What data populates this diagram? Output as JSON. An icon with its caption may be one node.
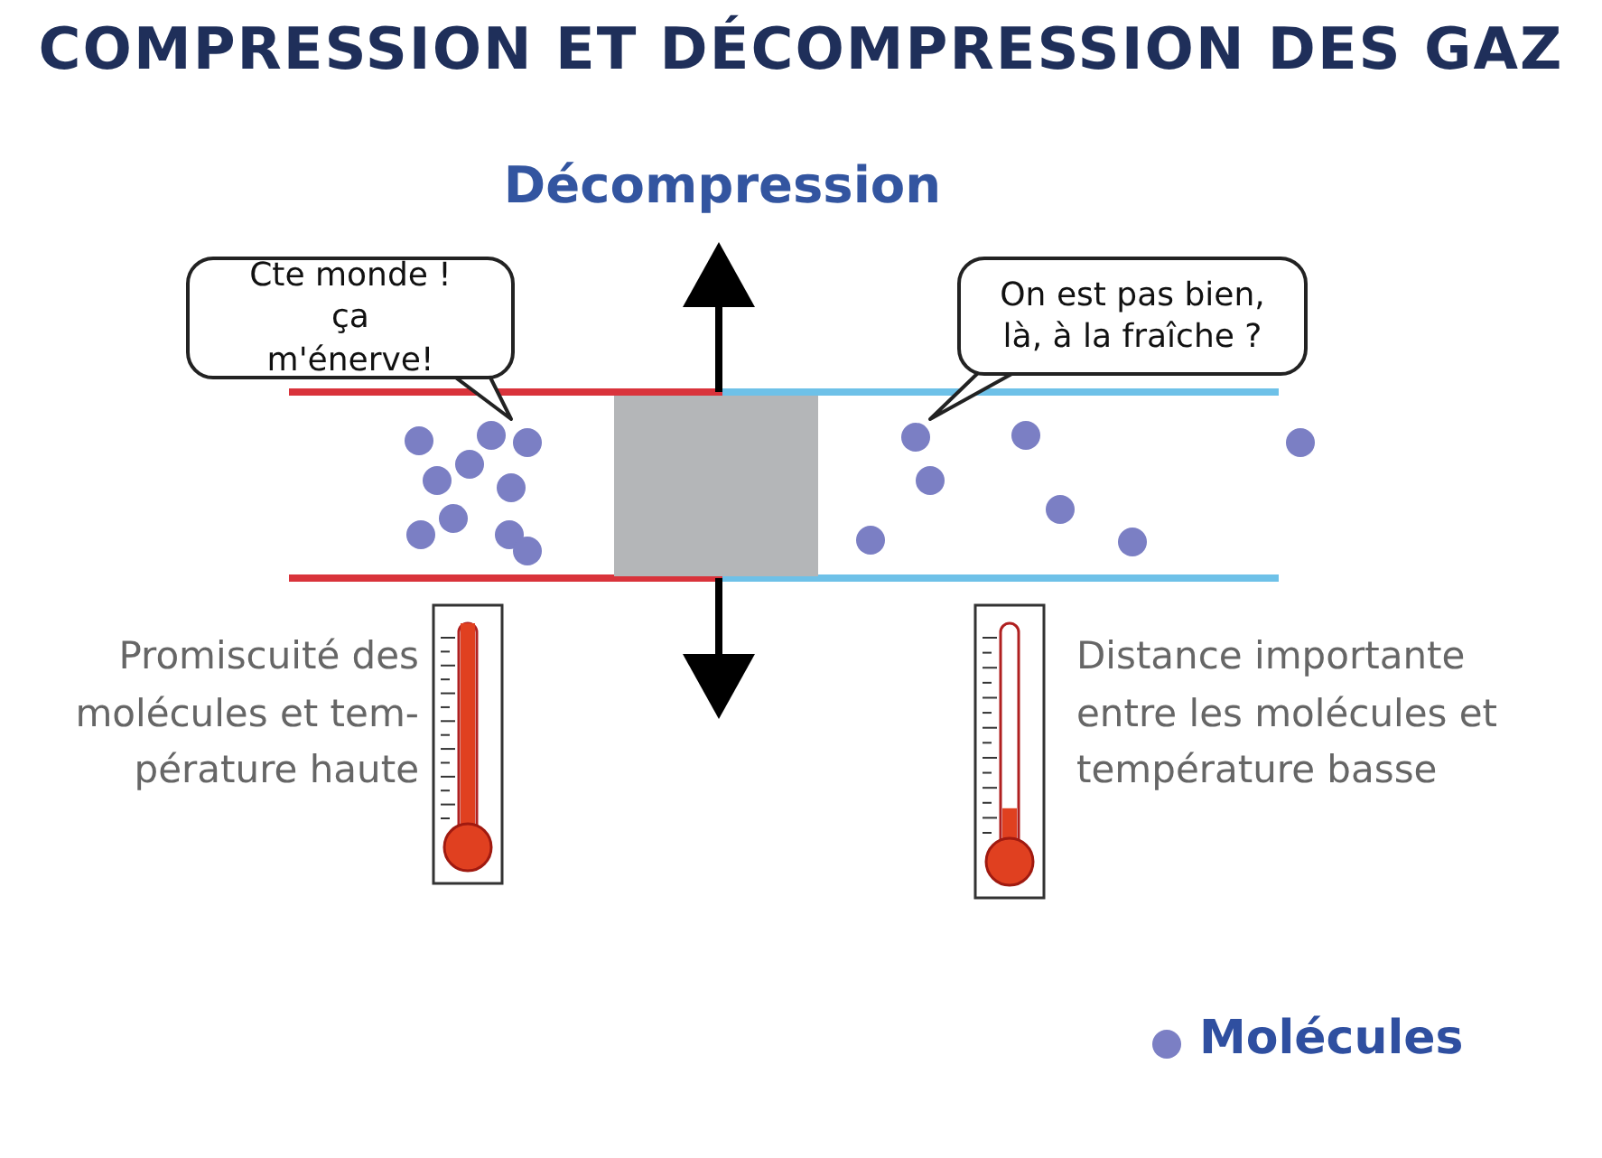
{
  "diagram": {
    "title": "COMPRESSION ET DÉCOMPRESSION DES GAZ",
    "nodes": [
      {
        "text": [
          "Cte monde ! ça m'énerve!"
        ]
      },
      {
        "text": [
          "On est pas bien, là, à la fraîche ?"
        ]
      }
    ],
    "edges": [],
    "labels": [
      "Décompression",
      "Promiscuité des molécules et tem- pérature haute",
      "Distance importante entre les molécules et température basse"
    ],
    "legend": [
      {
        "text": "Molécules",
        "color": "#7b7fc4"
      }
    ]
  }
}
